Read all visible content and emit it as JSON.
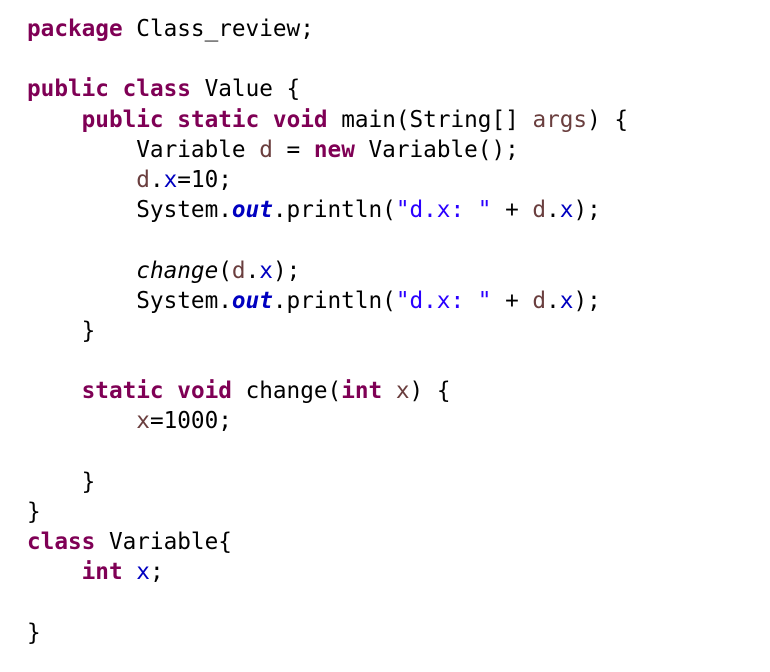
{
  "editor": {
    "language": "java",
    "colors": {
      "keyword": "#7f0055",
      "local_variable": "#6a3e3e",
      "field": "#0000c0",
      "string": "#2a00ff",
      "plain": "#000000",
      "background": "#ffffff"
    },
    "lines": [
      [
        {
          "t": "keyword",
          "v": "package"
        },
        {
          "t": "plain",
          "v": " Class_review;"
        }
      ],
      [],
      [
        {
          "t": "keyword",
          "v": "public"
        },
        {
          "t": "plain",
          "v": " "
        },
        {
          "t": "keyword",
          "v": "class"
        },
        {
          "t": "plain",
          "v": " Value {"
        }
      ],
      [
        {
          "t": "plain",
          "v": "    "
        },
        {
          "t": "keyword",
          "v": "public"
        },
        {
          "t": "plain",
          "v": " "
        },
        {
          "t": "keyword",
          "v": "static"
        },
        {
          "t": "plain",
          "v": " "
        },
        {
          "t": "keyword",
          "v": "void"
        },
        {
          "t": "plain",
          "v": " main(String[] "
        },
        {
          "t": "local",
          "v": "args"
        },
        {
          "t": "plain",
          "v": ") {"
        }
      ],
      [
        {
          "t": "plain",
          "v": "        Variable "
        },
        {
          "t": "local",
          "v": "d"
        },
        {
          "t": "plain",
          "v": " = "
        },
        {
          "t": "keyword",
          "v": "new"
        },
        {
          "t": "plain",
          "v": " Variable();"
        }
      ],
      [
        {
          "t": "plain",
          "v": "        "
        },
        {
          "t": "local",
          "v": "d"
        },
        {
          "t": "plain",
          "v": "."
        },
        {
          "t": "field",
          "v": "x"
        },
        {
          "t": "plain",
          "v": "=10;"
        }
      ],
      [
        {
          "t": "plain",
          "v": "        System."
        },
        {
          "t": "static",
          "v": "out"
        },
        {
          "t": "plain",
          "v": ".println("
        },
        {
          "t": "string",
          "v": "\"d.x: \""
        },
        {
          "t": "plain",
          "v": " + "
        },
        {
          "t": "local",
          "v": "d"
        },
        {
          "t": "plain",
          "v": "."
        },
        {
          "t": "field",
          "v": "x"
        },
        {
          "t": "plain",
          "v": ");"
        }
      ],
      [],
      [
        {
          "t": "plain",
          "v": "        "
        },
        {
          "t": "method-static",
          "v": "change"
        },
        {
          "t": "plain",
          "v": "("
        },
        {
          "t": "local",
          "v": "d"
        },
        {
          "t": "plain",
          "v": "."
        },
        {
          "t": "field",
          "v": "x"
        },
        {
          "t": "plain",
          "v": ");"
        }
      ],
      [
        {
          "t": "plain",
          "v": "        System."
        },
        {
          "t": "static",
          "v": "out"
        },
        {
          "t": "plain",
          "v": ".println("
        },
        {
          "t": "string",
          "v": "\"d.x: \""
        },
        {
          "t": "plain",
          "v": " + "
        },
        {
          "t": "local",
          "v": "d"
        },
        {
          "t": "plain",
          "v": "."
        },
        {
          "t": "field",
          "v": "x"
        },
        {
          "t": "plain",
          "v": ");"
        }
      ],
      [
        {
          "t": "plain",
          "v": "    }"
        }
      ],
      [],
      [
        {
          "t": "plain",
          "v": "    "
        },
        {
          "t": "keyword",
          "v": "static"
        },
        {
          "t": "plain",
          "v": " "
        },
        {
          "t": "keyword",
          "v": "void"
        },
        {
          "t": "plain",
          "v": " change("
        },
        {
          "t": "keyword",
          "v": "int"
        },
        {
          "t": "plain",
          "v": " "
        },
        {
          "t": "local",
          "v": "x"
        },
        {
          "t": "plain",
          "v": ") {"
        }
      ],
      [
        {
          "t": "plain",
          "v": "        "
        },
        {
          "t": "local",
          "v": "x"
        },
        {
          "t": "plain",
          "v": "=1000;"
        }
      ],
      [],
      [
        {
          "t": "plain",
          "v": "    }"
        }
      ],
      [
        {
          "t": "plain",
          "v": "}"
        }
      ],
      [
        {
          "t": "keyword",
          "v": "class"
        },
        {
          "t": "plain",
          "v": " Variable{"
        }
      ],
      [
        {
          "t": "plain",
          "v": "    "
        },
        {
          "t": "keyword",
          "v": "int"
        },
        {
          "t": "plain",
          "v": " "
        },
        {
          "t": "field",
          "v": "x"
        },
        {
          "t": "plain",
          "v": ";"
        }
      ],
      [],
      [
        {
          "t": "plain",
          "v": "}"
        }
      ]
    ]
  }
}
